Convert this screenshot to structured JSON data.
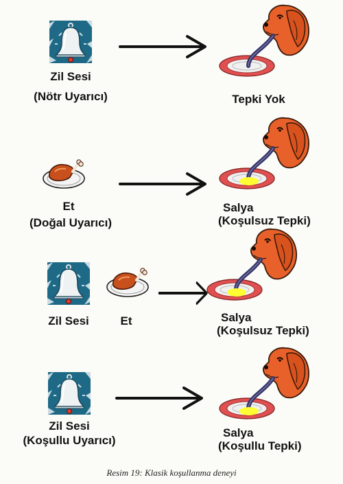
{
  "rows": [
    {
      "stimulus_labels": [
        "Zil Sesi",
        "(Nötr Uyarıcı)"
      ],
      "response_labels": [
        "Tepki Yok"
      ],
      "stimulus_icons": [
        "bell-icon"
      ],
      "saliva": false
    },
    {
      "stimulus_labels": [
        "Et",
        "(Doğal Uyarıcı)"
      ],
      "response_labels": [
        "Salya",
        "(Koşulsuz Tepki)"
      ],
      "stimulus_icons": [
        "meat-icon"
      ],
      "saliva": true
    },
    {
      "stimulus_labels": [
        "Zil Sesi",
        "Et"
      ],
      "response_labels": [
        "Salya",
        "(Koşulsuz Tepki)"
      ],
      "stimulus_icons": [
        "bell-icon",
        "meat-icon"
      ],
      "saliva": true
    },
    {
      "stimulus_labels": [
        "Zil Sesi",
        "(Koşullu Uyarıcı)"
      ],
      "response_labels": [
        "Salya",
        "(Koşullu Tepki)"
      ],
      "stimulus_icons": [
        "bell-icon"
      ],
      "saliva": true
    }
  ],
  "caption": "Resim 19: Klasik koşullanma deneyi",
  "colors": {
    "dog": "#e8612a",
    "dog_outline": "#3a1a0a",
    "bell_bg": "#1e6a86",
    "bell": "#eef2f2",
    "tube": "#333366",
    "dish_outer": "#e05050",
    "dish_inner": "#f0f0f0",
    "saliva": "#ffff33"
  }
}
